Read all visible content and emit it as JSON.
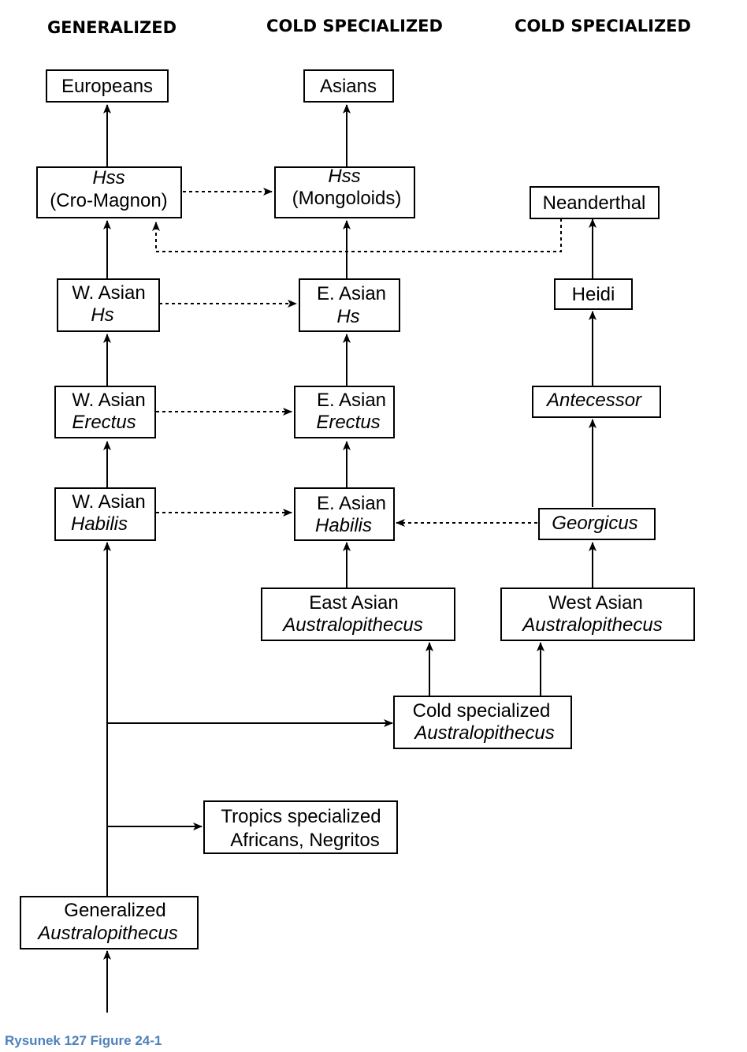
{
  "headers": {
    "generalized": "GENERALIZED",
    "cold_specialized_1": "COLD SPECIALIZED",
    "cold_specialized_2": "COLD SPECIALIZED"
  },
  "boxes": {
    "europeans": {
      "line1": "Europeans"
    },
    "asians": {
      "line1": "Asians"
    },
    "hss_cro": {
      "line1": "Hss",
      "line2": "(Cro-Magnon)"
    },
    "hss_mongoloids": {
      "line1": "Hss",
      "line2": "(Mongoloids)"
    },
    "neanderthal": {
      "line1": "Neanderthal"
    },
    "w_asian_hs": {
      "line1": "W. Asian",
      "line2": "Hs"
    },
    "e_asian_hs": {
      "line1": "E. Asian",
      "line2": "Hs"
    },
    "heidi": {
      "line1": "Heidi"
    },
    "w_asian_erectus": {
      "line1": "W. Asian",
      "line2": "Erectus"
    },
    "e_asian_erectus": {
      "line1": "E. Asian",
      "line2": "Erectus"
    },
    "antecessor": {
      "line1": "Antecessor"
    },
    "w_asian_habilis": {
      "line1": "W. Asian",
      "line2": "Habilis"
    },
    "e_asian_habilis": {
      "line1": "E. Asian",
      "line2": "Habilis"
    },
    "georgicus": {
      "line1": "Georgicus"
    },
    "east_asian_austr": {
      "line1": "East Asian",
      "line2": "Australopithecus"
    },
    "west_asian_austr": {
      "line1": "West Asian",
      "line2": "Australopithecus"
    },
    "cold_spec_austr": {
      "line1": "Cold specialized",
      "line2": "Australopithecus"
    },
    "tropics": {
      "line1": "Tropics specialized",
      "line2": "Africans, Negritos"
    },
    "generalized_austr": {
      "line1": "Generalized",
      "line2": "Australopithecus"
    }
  },
  "caption": "Rysunek 127 Figure 24-1"
}
